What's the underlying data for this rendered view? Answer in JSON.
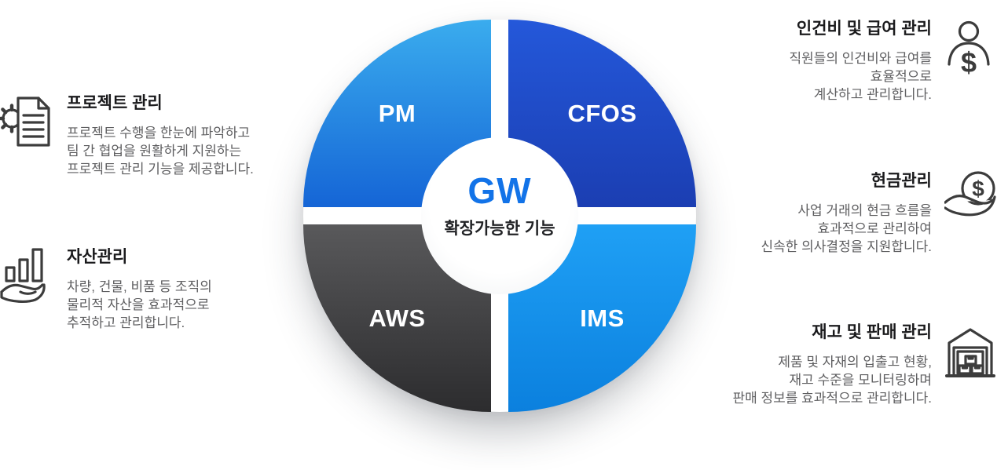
{
  "diagram": {
    "center": {
      "title": "GW",
      "subtitle": "확장가능한 기능"
    },
    "quadrants": [
      {
        "id": "pm",
        "label": "PM"
      },
      {
        "id": "cfos",
        "label": "CFOS"
      },
      {
        "id": "aws",
        "label": "AWS"
      },
      {
        "id": "ims",
        "label": "IMS"
      }
    ]
  },
  "features_left": [
    {
      "icon": "gear-document-icon",
      "title": "프로젝트 관리",
      "lines": [
        "프로젝트 수행을 한눈에 파악하고",
        "팀 간 협업을 원활하게 지원하는",
        "프로젝트 관리 기능을 제공합니다."
      ]
    },
    {
      "icon": "hand-bar-chart-icon",
      "title": "자산관리",
      "lines": [
        "차량, 건물, 비품 등 조직의",
        "물리적 자산을 효과적으로",
        "추적하고 관리합니다."
      ]
    }
  ],
  "features_right": [
    {
      "icon": "person-dollar-icon",
      "title": "인건비 및 급여 관리",
      "lines": [
        "직원들의 인건비와 급여를",
        "효율적으로",
        "계산하고 관리합니다."
      ]
    },
    {
      "icon": "hand-coin-icon",
      "title": "현금관리",
      "lines": [
        "사업 거래의 현금 흐름을",
        "효과적으로 관리하여",
        "신속한 의사결정을 지원합니다."
      ]
    },
    {
      "icon": "warehouse-icon",
      "title": "재고 및 판매 관리",
      "lines": [
        "제품 및 자재의 입출고 현황,",
        "재고 수준을 모니터링하며",
        "판매 정보를 효과적으로 관리합니다."
      ]
    }
  ],
  "icons": {
    "dollar": "$"
  },
  "colors": {
    "accent_blue": "#1273e8",
    "pm_gradient": [
      "#3aacee",
      "#1565d6"
    ],
    "cfos_gradient": [
      "#2458da",
      "#1b3eb2"
    ],
    "aws_gradient": [
      "#59595b",
      "#2c2c2e"
    ],
    "ims_gradient": [
      "#1fa0f5",
      "#0b80de"
    ],
    "title_text": "#1a1a1c",
    "body_text": "#5e5e60",
    "icon_stroke": "#3c3c3c"
  }
}
